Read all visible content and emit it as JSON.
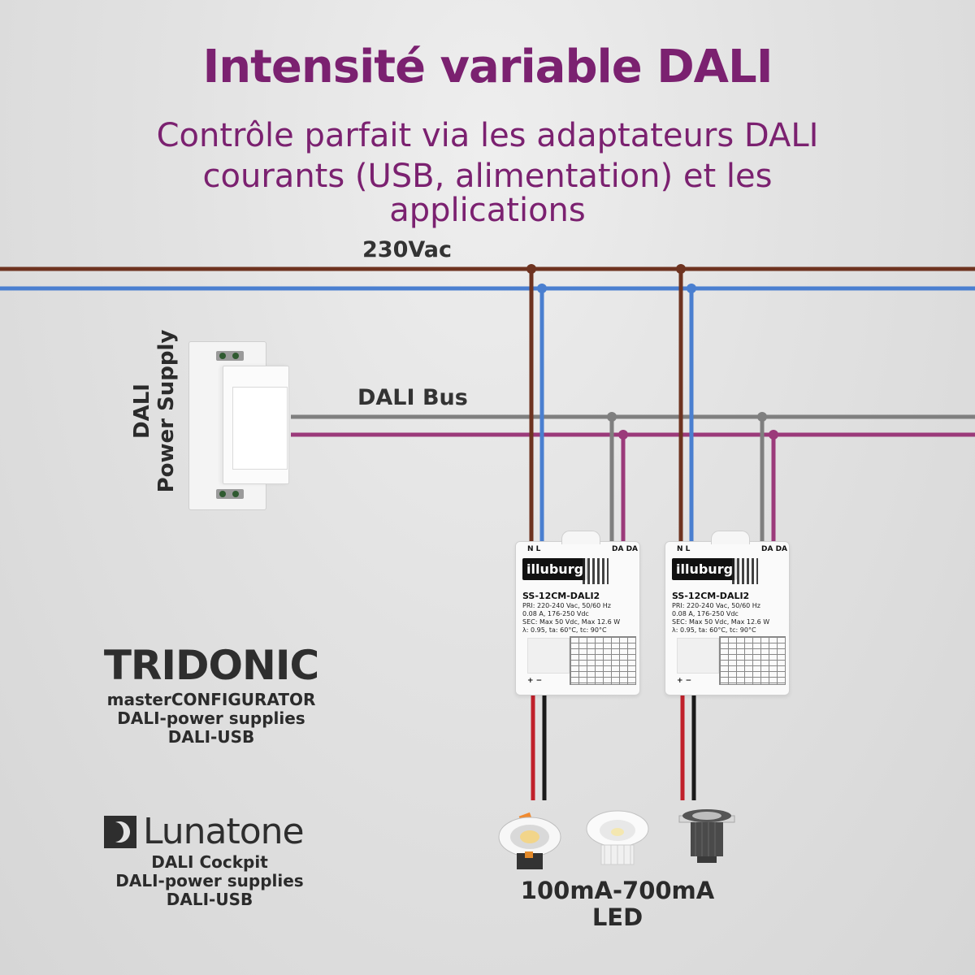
{
  "title": "Intensité variable DALI",
  "subtitle": {
    "line1": "Contrôle parfait via les adaptateurs DALI",
    "line2": "courants (USB, alimentation) et les",
    "line3": "applications"
  },
  "labels": {
    "mains": "230Vac",
    "bus": "DALI Bus",
    "power_supply_line1": "DALI",
    "power_supply_line2": "Power Supply"
  },
  "drivers": [
    {
      "brand": "illuburg",
      "model": "SS-12CM-DALI2",
      "spec1": "PRI: 220-240 Vac, 50/60 Hz",
      "spec2": "0.08 A, 176-250 Vdc",
      "spec3": "SEC: Max 50 Vdc, Max 12.6 W",
      "spec4": "λ: 0.95, ta: 60°C, tc: 90°C",
      "term_left": "N L",
      "term_right": "DA DA",
      "term_out": "+ −"
    },
    {
      "brand": "illuburg",
      "model": "SS-12CM-DALI2",
      "spec1": "PRI: 220-240 Vac, 50/60 Hz",
      "spec2": "0.08 A, 176-250 Vdc",
      "spec3": "SEC: Max 50 Vdc, Max 12.6 W",
      "spec4": "λ: 0.95, ta: 60°C, tc: 90°C",
      "term_left": "N L",
      "term_right": "DA DA",
      "term_out": "+ −"
    }
  ],
  "tridonic": {
    "brand": "TRIDONIC",
    "line1": "masterCONFIGURATOR",
    "line2": "DALI-power supplies",
    "line3": "DALI-USB"
  },
  "lunatone": {
    "brand": "Lunatone",
    "line1": "DALI Cockpit",
    "line2": "DALI-power supplies",
    "line3": "DALI-USB"
  },
  "led": {
    "line1": "100mA-700mA",
    "line2": "LED"
  },
  "colors": {
    "title": "#7b2170",
    "live_wire": "#6e3320",
    "neutral_wire": "#4a7fd0",
    "dali_wire_1": "#7f7f7f",
    "dali_wire_2": "#9b3a7a",
    "out_positive": "#c0202a",
    "out_negative": "#1a1a1a"
  }
}
